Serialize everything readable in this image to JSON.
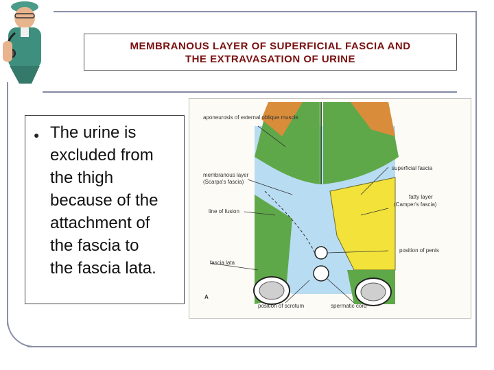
{
  "title": {
    "line1": "MEMBRANOUS LAYER OF SUPERFICIAL FASCIA  AND",
    "line2": "THE EXTRAVASATION OF URINE"
  },
  "bullet": {
    "lines": [
      "The urine is",
      "excluded from",
      "the thigh",
      "because of the",
      "attachment of",
      "the fascia to",
      "the fascia  lata."
    ]
  },
  "figure": {
    "labels": {
      "aponeurosis": "aponeurosis of external oblique muscle",
      "superficial_fascia": "superficial fascia",
      "membranous_layer": "membranous layer",
      "scarpas": "(Scarpa's fascia)",
      "fatty_layer": "fatty layer",
      "campers": "(Camper's fascia)",
      "line_of_fusion": "line of fusion",
      "position_of_penis": "position of penis",
      "fascia_lata": "fascia lata",
      "position_of_scrotum": "position of scrotum",
      "spermatic_cord": "spermatic cord",
      "panel_letter": "A"
    }
  },
  "colors": {
    "title": "#7a1010",
    "muscle_orange": "#d98c3a",
    "muscle_green": "#5fa84a",
    "fascia_blue": "#b8dcf2",
    "fatty_yellow": "#f2e23a"
  }
}
